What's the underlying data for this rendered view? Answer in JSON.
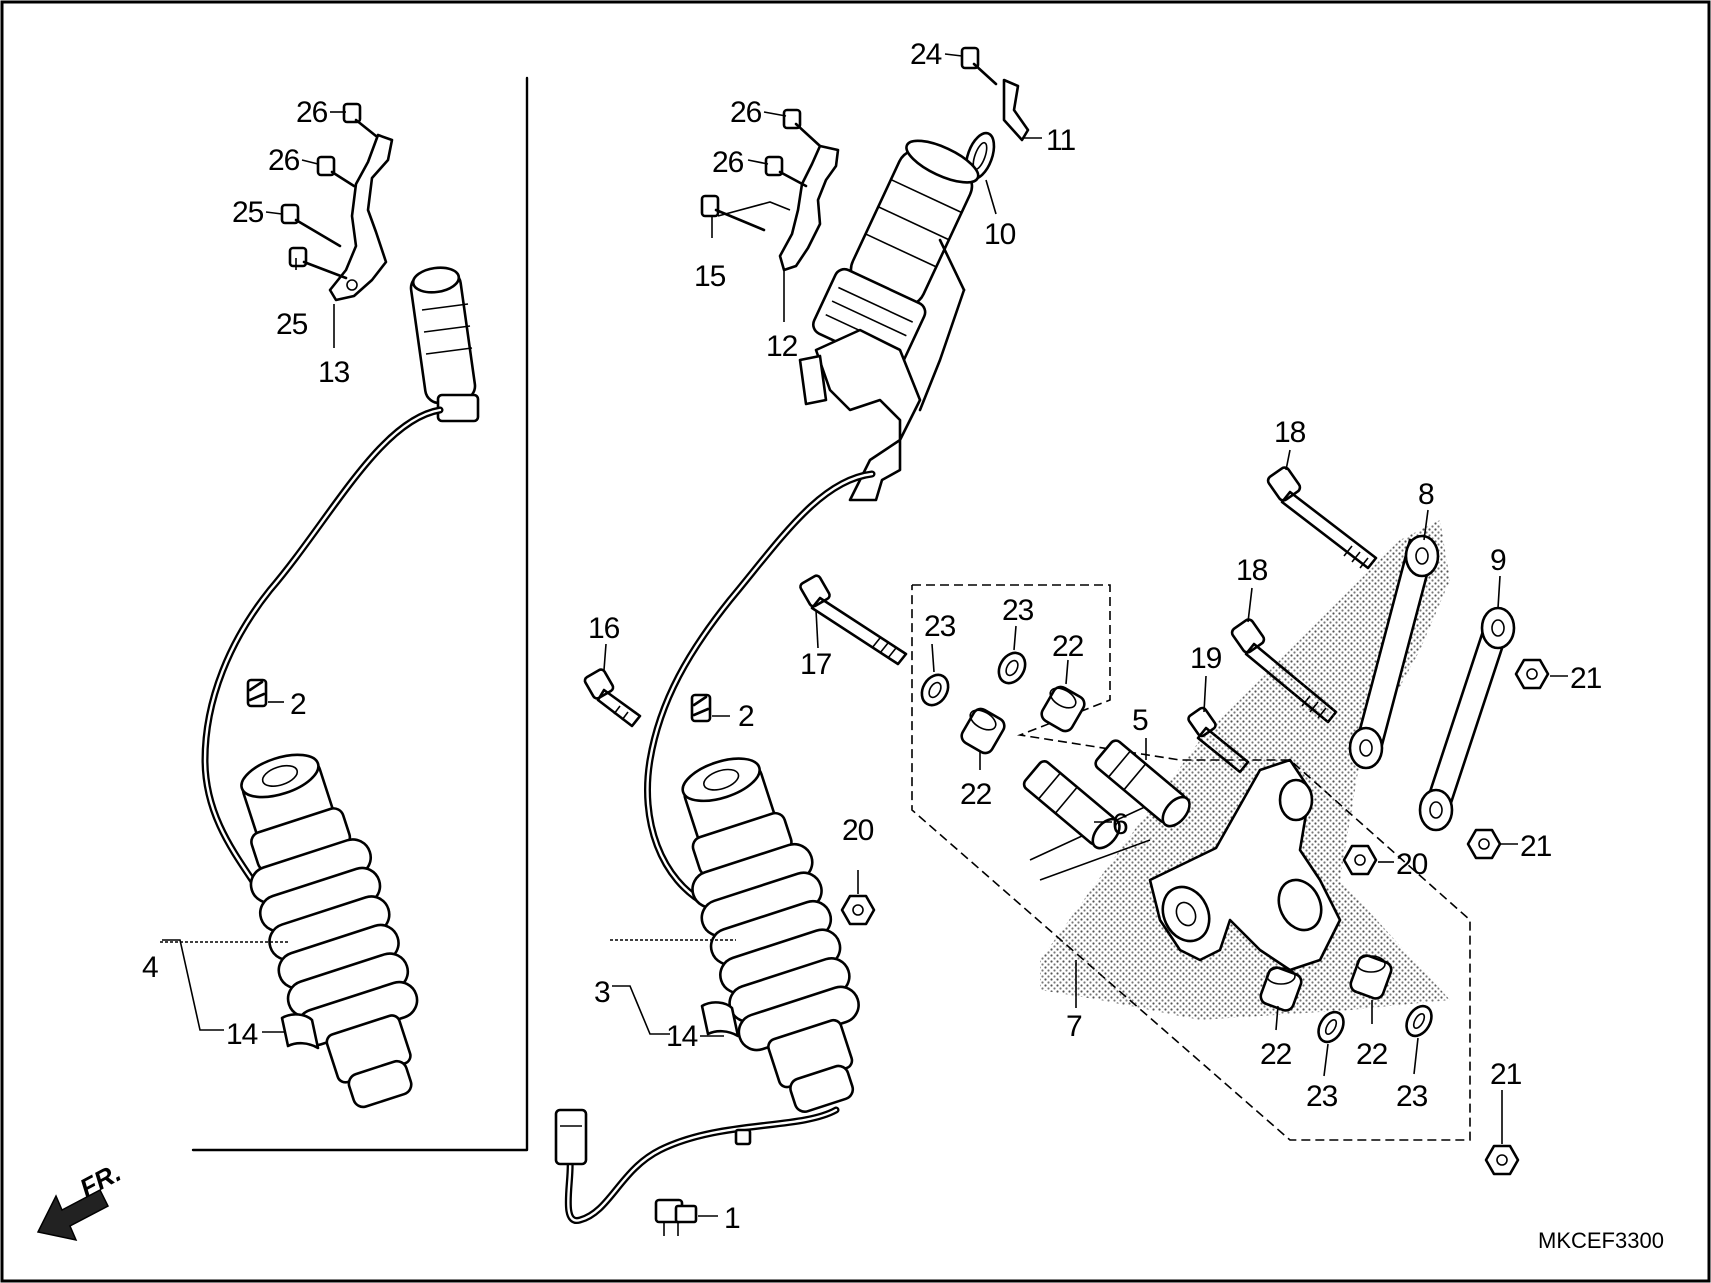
{
  "diagram": {
    "drawing_code": "MKCEF3300",
    "direction_label": "FR.",
    "callouts": [
      "1",
      "2",
      "3",
      "4",
      "5",
      "6",
      "7",
      "8",
      "9",
      "10",
      "11",
      "12",
      "13",
      "14",
      "15",
      "16",
      "17",
      "18",
      "19",
      "20",
      "21",
      "22",
      "23",
      "24",
      "25",
      "26"
    ]
  }
}
